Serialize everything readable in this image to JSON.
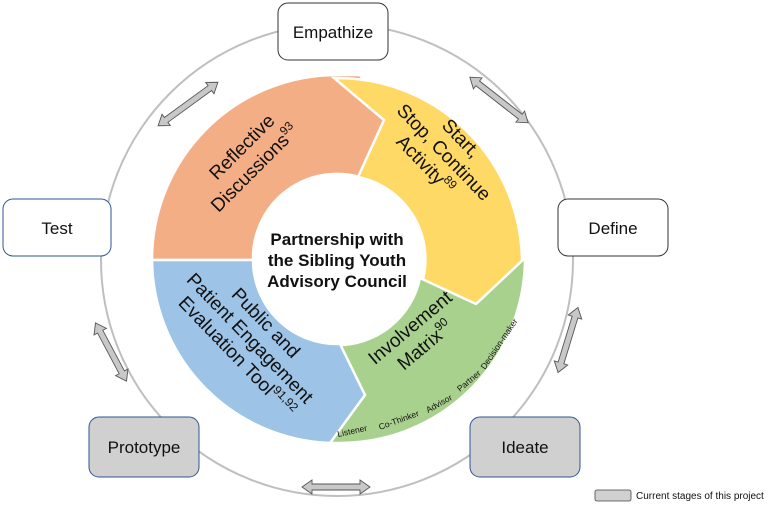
{
  "stages": {
    "empathize": "Empathize",
    "define": "Define",
    "ideate": "Ideate",
    "prototype": "Prototype",
    "test": "Test"
  },
  "center": {
    "line1": "Partnership with",
    "line2": "the Sibling Youth",
    "line3": "Advisory Council"
  },
  "segments": {
    "reflective": {
      "line1": "Reflective",
      "line2": "Discussions",
      "ref": "93",
      "color": "#F4AE85"
    },
    "start_stop": {
      "line1": "Start,",
      "line2": "Stop, Continue",
      "line3": "Activity",
      "ref": "89",
      "color": "#FFD966"
    },
    "involvement": {
      "line1": "Involvement",
      "line2": "Matrix",
      "ref": "90",
      "color": "#A9D18E",
      "levels": [
        "Listener",
        "Co-Thinker",
        "Advisor",
        "Partner",
        "Decision-maker"
      ]
    },
    "ppeet": {
      "line1": "Public and",
      "line2": "Patient Engagement",
      "line3": "Evaluation Tool",
      "ref": "91,92",
      "color": "#9DC3E6"
    }
  },
  "legend": {
    "label": "Current stages of this project",
    "swatch_color": "#D0D0D0"
  },
  "colors": {
    "stage_border": "#2F5597",
    "current_stage_fill": "#D0D0D0",
    "cycle_line": "#BFBFBF"
  }
}
